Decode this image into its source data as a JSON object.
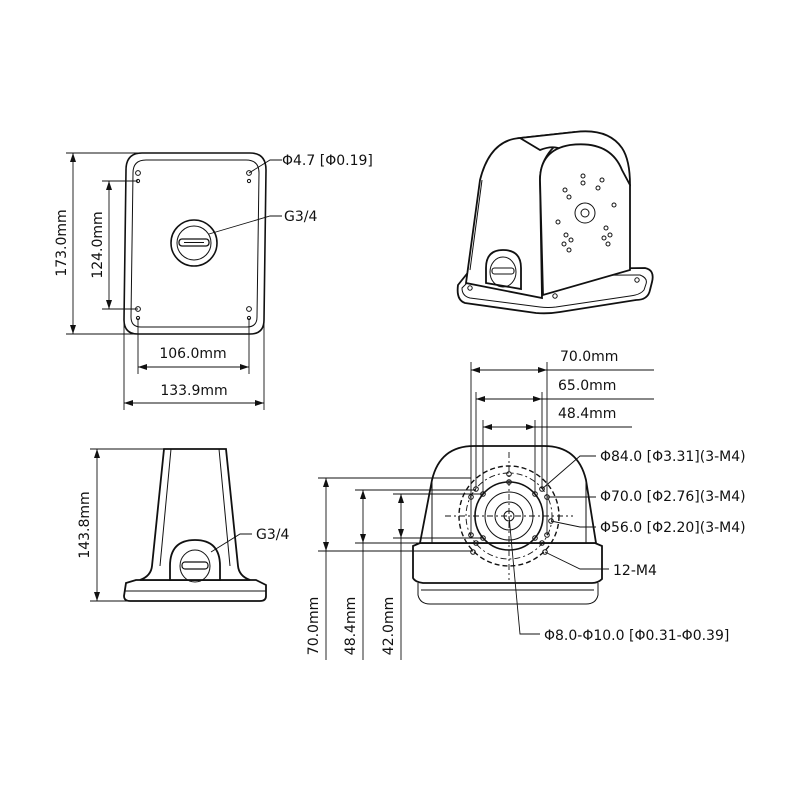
{
  "top_view": {
    "hole_label": "Φ4.7 [Φ0.19]",
    "port_label": "G3/4",
    "height_outer": "173.0mm",
    "height_inner": "124.0mm",
    "width_inner": "106.0mm",
    "width_outer": "133.9mm"
  },
  "side_view": {
    "port_label": "G3/4",
    "height": "143.8mm"
  },
  "front_view": {
    "width_a": "70.0mm",
    "width_b": "65.0mm",
    "width_c": "48.4mm",
    "circle_84": "Φ84.0 [Φ3.31](3-M4)",
    "circle_70": "Φ70.0 [Φ2.76](3-M4)",
    "circle_56": "Φ56.0 [Φ2.20](3-M4)",
    "thread_holes": "12-M4",
    "center_hole": "Φ8.0-Φ10.0 [Φ0.31-Φ0.39]",
    "height_a": "70.0mm",
    "height_b": "48.4mm",
    "height_c": "42.0mm"
  }
}
